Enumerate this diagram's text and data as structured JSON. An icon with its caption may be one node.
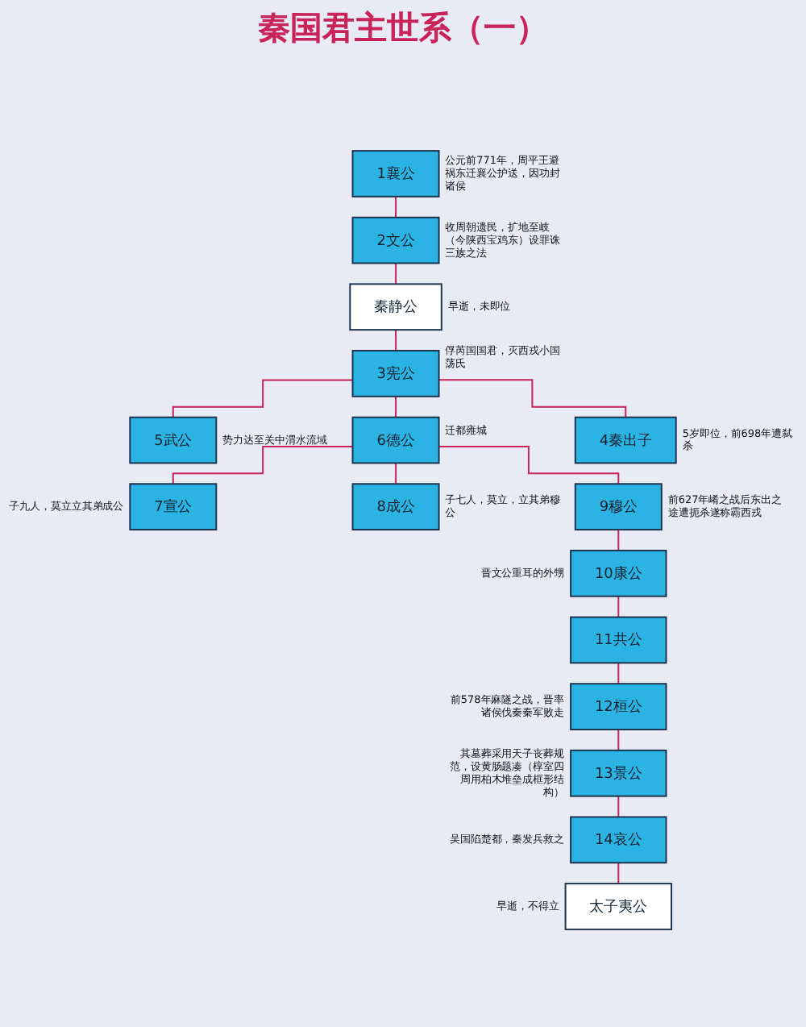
{
  "diagram": {
    "title": "秦国君主世系（一）",
    "nodes": [
      {
        "text": [
          "1襄公"
        ],
        "beside": [
          "公元前771年，周平王避祸东迁襄公护送，因功封诸侯"
        ]
      },
      {
        "text": [
          "2文公"
        ],
        "beside": [
          "收周朝遗民，扩地至岐（今陕西宝鸡东）设罪诛三族之法"
        ]
      },
      {
        "text": [
          "秦静公"
        ],
        "beside": [
          "早逝，未即位"
        ]
      },
      {
        "text": [
          "3宪公"
        ],
        "beside": [
          "俘芮国国君，灭西戎小国荡氏"
        ]
      },
      {
        "text": [
          "5武公"
        ],
        "beside": [
          "势力达至关中渭水流域"
        ]
      },
      {
        "text": [
          "6德公"
        ],
        "beside": [
          "迁都雍城"
        ]
      },
      {
        "text": [
          "4秦出子"
        ],
        "beside": [
          "5岁即位，前698年遭弑杀"
        ]
      },
      {
        "text": [
          "7宣公"
        ],
        "beside": [
          "子九人，莫立立其弟成公"
        ]
      },
      {
        "text": [
          "8成公"
        ],
        "beside": [
          "子七人，莫立，立其弟穆公"
        ]
      },
      {
        "text": [
          "9穆公"
        ],
        "beside": [
          "前627年崤之战后东出之途遭扼杀遂称霸西戎"
        ]
      },
      {
        "text": [
          "10康公"
        ],
        "beside": [
          "晋文公重耳的外甥"
        ]
      },
      {
        "text": [
          "11共公"
        ]
      },
      {
        "text": [
          "12桓公"
        ],
        "beside": [
          "前578年麻隧之战，晋率诸侯伐秦秦军败走"
        ]
      },
      {
        "text": [
          "13景公"
        ],
        "beside": [
          "其墓葬采用天子丧葬规范，设黄肠题凑（椁室四周用柏木堆垒成框形结构）"
        ]
      },
      {
        "text": [
          "14哀公"
        ],
        "beside": [
          "吴国陷楚都，秦发兵救之"
        ]
      },
      {
        "text": [
          "太子夷公"
        ],
        "beside": [
          "早逝，不得立"
        ]
      }
    ],
    "edges": [
      {
        "from": 0,
        "to": 1,
        "arrow": "none"
      },
      {
        "from": 1,
        "to": 2,
        "arrow": "none"
      },
      {
        "from": 2,
        "to": 3,
        "arrow": "none"
      },
      {
        "from": 3,
        "to": 4,
        "arrow": "none"
      },
      {
        "from": 3,
        "to": 5,
        "arrow": "none"
      },
      {
        "from": 3,
        "to": 6,
        "arrow": "none"
      },
      {
        "from": 5,
        "to": 7,
        "arrow": "none"
      },
      {
        "from": 5,
        "to": 8,
        "arrow": "none"
      },
      {
        "from": 5,
        "to": 9,
        "arrow": "none"
      },
      {
        "from": 9,
        "to": 10,
        "arrow": "none"
      },
      {
        "from": 10,
        "to": 11,
        "arrow": "none"
      },
      {
        "from": 11,
        "to": 12,
        "arrow": "none"
      },
      {
        "from": 12,
        "to": 13,
        "arrow": "none"
      },
      {
        "from": 13,
        "to": 14,
        "arrow": "none"
      },
      {
        "from": 14,
        "to": 15,
        "arrow": "none"
      }
    ]
  }
}
